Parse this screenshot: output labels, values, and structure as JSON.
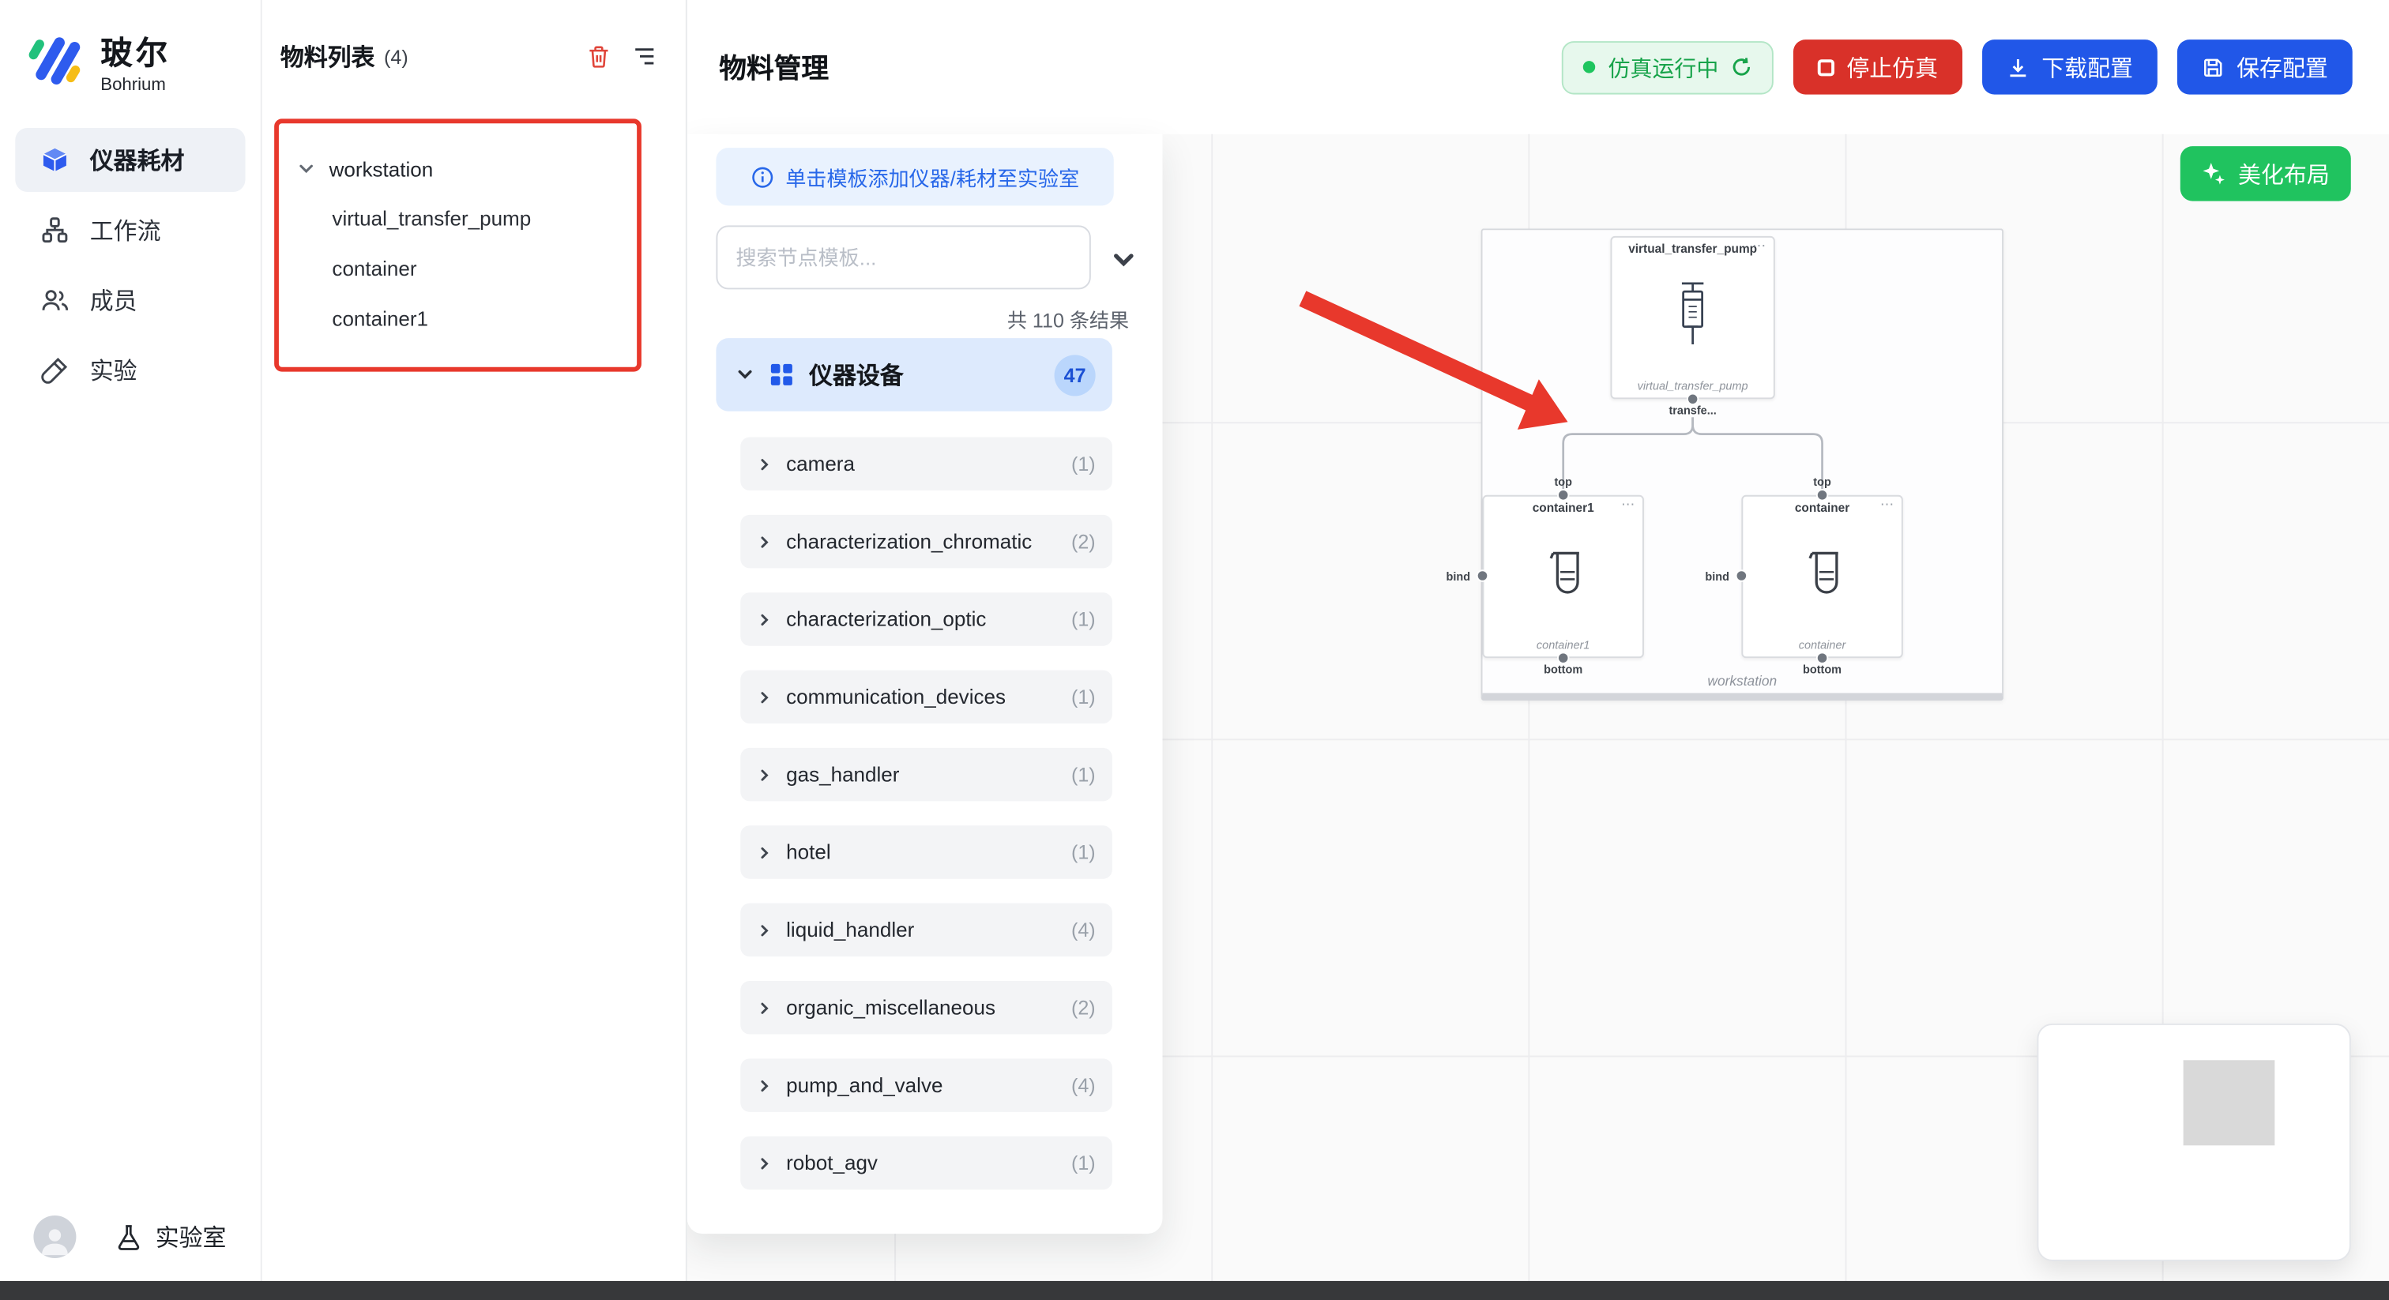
{
  "brand": {
    "name_zh": "玻尔",
    "name_en": "Bohrium"
  },
  "sidebar": {
    "items": [
      {
        "label": "仪器耗材"
      },
      {
        "label": "工作流"
      },
      {
        "label": "成员"
      },
      {
        "label": "实验"
      }
    ],
    "footer_label": "实验室"
  },
  "materials_panel": {
    "title": "物料列表",
    "count": "(4)",
    "tree_root": "workstation",
    "tree_children": [
      {
        "label": "virtual_transfer_pump"
      },
      {
        "label": "container"
      },
      {
        "label": "container1"
      }
    ]
  },
  "header": {
    "title": "物料管理",
    "sim_status_label": "仿真运行中",
    "stop_label": "停止仿真",
    "download_label": "下载配置",
    "save_label": "保存配置"
  },
  "template_panel": {
    "banner_text": "单击模板添加仪器/耗材至实验室",
    "search_placeholder": "搜索节点模板...",
    "results_text": "共 110 条结果",
    "category_label": "仪器设备",
    "category_count": "47",
    "items": [
      {
        "label": "camera",
        "count": "(1)"
      },
      {
        "label": "characterization_chromatic",
        "count": "(2)"
      },
      {
        "label": "characterization_optic",
        "count": "(1)"
      },
      {
        "label": "communication_devices",
        "count": "(1)"
      },
      {
        "label": "gas_handler",
        "count": "(1)"
      },
      {
        "label": "hotel",
        "count": "(1)"
      },
      {
        "label": "liquid_handler",
        "count": "(4)"
      },
      {
        "label": "organic_miscellaneous",
        "count": "(2)"
      },
      {
        "label": "pump_and_valve",
        "count": "(4)"
      },
      {
        "label": "robot_agv",
        "count": "(1)"
      }
    ]
  },
  "canvas": {
    "beautify_label": "美化布局",
    "workstation_label": "workstation",
    "node_menu": "⋯",
    "pump_node": {
      "title": "virtual_transfer_pump",
      "caption": "virtual_transfer_pump",
      "port_label": "transfe..."
    },
    "container_nodes": [
      {
        "title": "container1",
        "caption": "container1"
      },
      {
        "title": "container",
        "caption": "container"
      }
    ],
    "port_labels": {
      "top": "top",
      "bind": "bind",
      "bottom": "bottom"
    }
  },
  "colors": {
    "primary_blue": "#2157e8",
    "danger_red": "#d93129",
    "success_green": "#20c35f",
    "status_green": "#17a34a",
    "annotation_red": "#e8382c",
    "category_selected": "#ddeafd"
  }
}
